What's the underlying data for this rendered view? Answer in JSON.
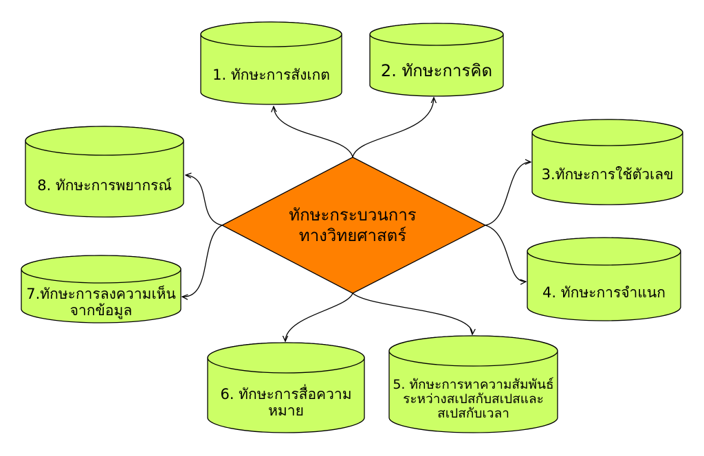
{
  "diagram": {
    "title": "ทักษะกระบวนการทางวิทยาศาสตร์",
    "center": {
      "lines": [
        "ทักษะกระบวนการ",
        "ทางวิทยศาสตร์"
      ],
      "shape": "diamond",
      "fill": "#FF8000"
    },
    "node_fill": "#CCFF66",
    "edge_color": "#000000",
    "nodes": [
      {
        "id": "n1",
        "lines": [
          "1. ทักษะการสังเกต"
        ]
      },
      {
        "id": "n2",
        "lines": [
          "2. ทักษะการคิด"
        ]
      },
      {
        "id": "n3",
        "lines": [
          "3.ทักษะการใช้ตัวเลข"
        ]
      },
      {
        "id": "n4",
        "lines": [
          "4. ทักษะการจำแนก"
        ]
      },
      {
        "id": "n5",
        "lines": [
          "5. ทักษะการหาความสัมพันธ์",
          "ระหว่างสเปสกับสเปสและ",
          "สเปสกับเวลา"
        ]
      },
      {
        "id": "n6",
        "lines": [
          "6. ทักษะการสื่อความ",
          "หมาย"
        ]
      },
      {
        "id": "n7",
        "lines": [
          "7.ทักษะการลงความเห็น",
          "จากข้อมูล"
        ]
      },
      {
        "id": "n8",
        "lines": [
          "8. ทักษะการพยากรณ์"
        ]
      }
    ],
    "edges": [
      {
        "from": "center",
        "to": "n1"
      },
      {
        "from": "center",
        "to": "n2"
      },
      {
        "from": "center",
        "to": "n3"
      },
      {
        "from": "center",
        "to": "n4"
      },
      {
        "from": "center",
        "to": "n5"
      },
      {
        "from": "center",
        "to": "n6"
      },
      {
        "from": "center",
        "to": "n7"
      },
      {
        "from": "center",
        "to": "n8"
      }
    ]
  }
}
